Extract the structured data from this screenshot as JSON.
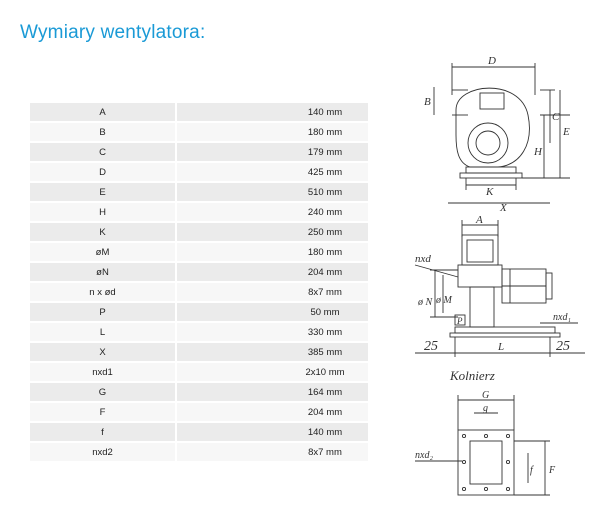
{
  "title": "Wymiary wentylatora:",
  "rows": [
    {
      "label": "A",
      "value": "140 mm"
    },
    {
      "label": "B",
      "value": "180 mm"
    },
    {
      "label": "C",
      "value": "179 mm"
    },
    {
      "label": "D",
      "value": "425 mm"
    },
    {
      "label": "E",
      "value": "510 mm"
    },
    {
      "label": "H",
      "value": "240 mm"
    },
    {
      "label": "K",
      "value": "250 mm"
    },
    {
      "label": "øM",
      "value": "180 mm"
    },
    {
      "label": "øN",
      "value": "204 mm"
    },
    {
      "label": "n x ød",
      "value": "8x7 mm"
    },
    {
      "label": "P",
      "value": "50 mm"
    },
    {
      "label": "L",
      "value": "330 mm"
    },
    {
      "label": "X",
      "value": "385 mm"
    },
    {
      "label": "nxd1",
      "value": "2x10 mm"
    },
    {
      "label": "G",
      "value": "164 mm"
    },
    {
      "label": "F",
      "value": "204 mm"
    },
    {
      "label": "f",
      "value": "140 mm"
    },
    {
      "label": "nxd2",
      "value": "8x7 mm"
    }
  ],
  "drawing_labels": {
    "D": "D",
    "B": "B",
    "C": "C",
    "E": "E",
    "H": "H",
    "K": "K",
    "X": "X",
    "A": "A",
    "nxd": "nxd",
    "N": "ø N",
    "M": "ø M",
    "P": "P",
    "nxd1": "nxd₁",
    "L": "L",
    "w25a": "25",
    "w25b": "25",
    "flange_title": "Kolnierz",
    "G": "G",
    "g": "g",
    "F": "F",
    "f": "f",
    "nxd2": "nxd₂"
  }
}
